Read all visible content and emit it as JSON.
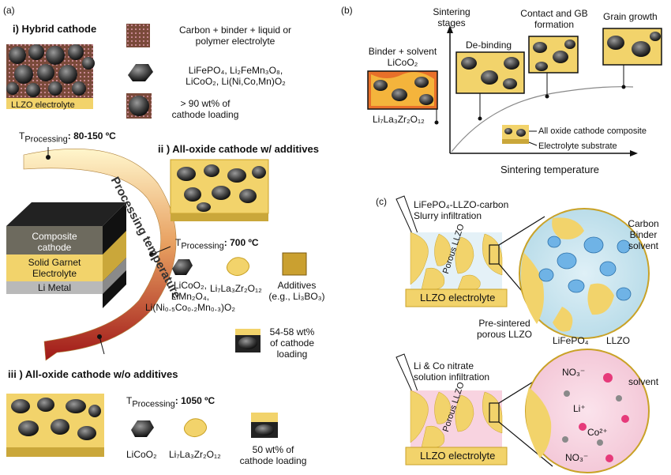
{
  "panel_a": {
    "label": "(a)",
    "i_title": "i) Hybrid cathode",
    "llzo_bar": "LLZO electrolyte",
    "legend_carbon": [
      "Carbon + binder + liquid or",
      "polymer electrolyte"
    ],
    "legend_active": [
      "LiFePO₄, Li₂FeMn₃O₈,",
      "LiCoO₂, Li(Ni,Co,Mn)O₂"
    ],
    "legend_loading": [
      "> 90 wt% of",
      "cathode loading"
    ],
    "tproc_1_label": "T",
    "tproc_1_sub": "Processing",
    "tproc_1_value": ": 80-150 ºC",
    "ii_title": "ii ) All-oxide cathode w/ additives",
    "arc_label": "Processing temperature",
    "cube_composite": [
      "Composite",
      "cathode"
    ],
    "cube_garnet": [
      "Solid Garnet",
      "Electrolyte"
    ],
    "cube_metal": "Li Metal",
    "tproc_2_value": ": 700 ºC",
    "ii_active": [
      "LiCoO₂,",
      "LiMn₂O₄,",
      "Li(Ni₀.₅Co₀.₂Mn₀.₃)O₂"
    ],
    "ii_llzo": "Li₇La₃Zr₂O₁₂",
    "ii_additives": [
      "Additives",
      "(e.g., Li₃BO₃)"
    ],
    "ii_loading": [
      "54-58 wt%",
      "of cathode",
      "loading"
    ],
    "iii_title": "iii ) All-oxide cathode w/o additives",
    "tproc_3_value": ": 1050 ºC",
    "iii_active": "LiCoO₂",
    "iii_llzo": "Li₇La₃Zr₂O₁₂",
    "iii_loading": [
      "50 wt% of",
      "cathode loading"
    ]
  },
  "panel_b": {
    "label": "(b)",
    "y_axis": [
      "Sintering",
      "stages"
    ],
    "x_axis": "Sintering temperature",
    "stage_1": [
      "Binder + solvent",
      "LiCoO₂"
    ],
    "stage_1_bottom": "Li₇La₃Zr₂O₁₂",
    "stage_2": "De-binding",
    "stage_3": [
      "Contact and GB",
      "formation"
    ],
    "stage_4": "Grain growth",
    "legend_composite": "All oxide cathode composite",
    "legend_substrate": "Electrolyte substrate"
  },
  "panel_c": {
    "label": "(c)",
    "top_title": [
      "LiFePO₄-LLZO-carbon",
      "Slurry infiltration"
    ],
    "porous_llzo": "Porous LLZO",
    "llzo_bar": "LLZO electrolyte",
    "carbon_label": [
      "Carbon",
      "Binder",
      "solvent"
    ],
    "presintered": [
      "Pre-sintered",
      "porous LLZO"
    ],
    "lifepo4": "LiFePO₄",
    "llzo": "LLZO",
    "bottom_title": [
      "Li & Co nitrate",
      "solution infiltration"
    ],
    "solvent": "solvent",
    "no3": "NO₃⁻",
    "li_ion": "Li⁺",
    "co_ion": "Co²⁺"
  },
  "colors": {
    "gold": "#f2d36b",
    "gold_dark": "#c9a227",
    "particle": "#3a3a3a",
    "arc_red": "#b22222",
    "arc_cream": "#fff4c2",
    "blue": "#7bbde8",
    "pink": "#f6c8d8"
  }
}
